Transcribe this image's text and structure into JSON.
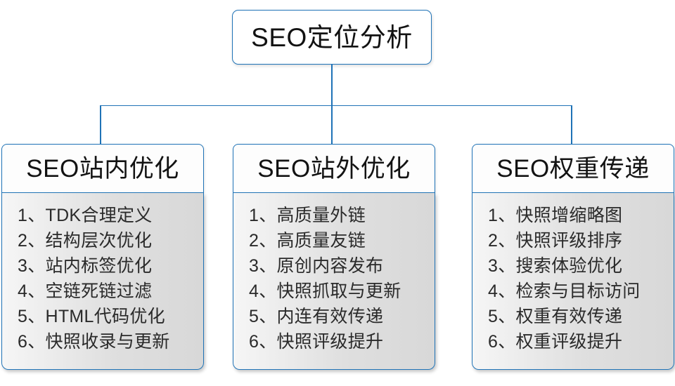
{
  "diagram": {
    "root": {
      "label": "SEO定位分析"
    },
    "colors": {
      "border": "#1f73b7",
      "connector": "#1f73b7",
      "header_fill": "#fdfdfd",
      "list_fill": "#dfdfdf",
      "text": "#2a2a2a"
    },
    "branches": [
      {
        "header": "SEO站内优化",
        "items": [
          "1、TDK合理定义",
          "2、结构层次优化",
          "3、站内标签优化",
          "4、空链死链过滤",
          "5、HTML代码优化",
          "6、快照收录与更新"
        ]
      },
      {
        "header": "SEO站外优化",
        "items": [
          "1、高质量外链",
          "2、高质量友链",
          "3、原创内容发布",
          "4、快照抓取与更新",
          "5、内连有效传递",
          "6、快照评级提升"
        ]
      },
      {
        "header": "SEO权重传递",
        "items": [
          "1、快照增缩略图",
          "2、快照评级排序",
          "3、搜索体验优化",
          "4、检索与目标访问",
          "5、权重有效传递",
          "6、权重评级提升"
        ]
      }
    ]
  }
}
